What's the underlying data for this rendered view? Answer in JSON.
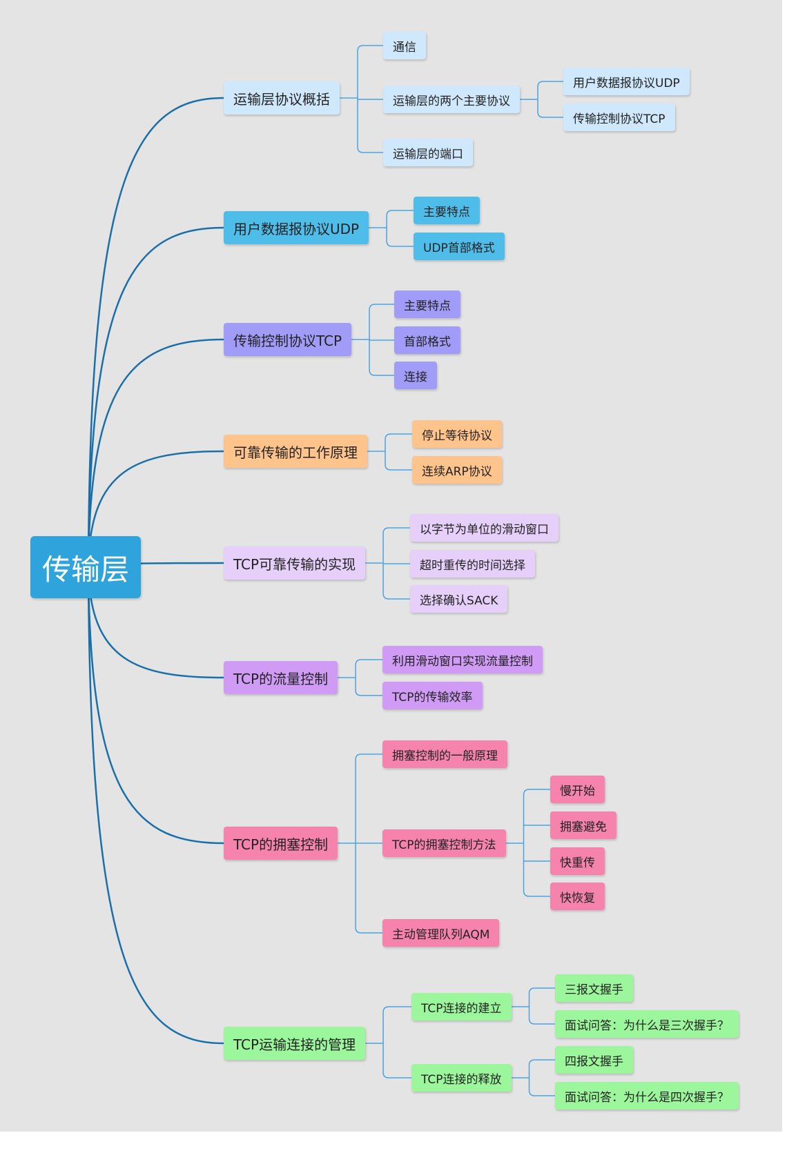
{
  "root": {
    "label": "传输层"
  },
  "colors": {
    "background": "#e4e4e4",
    "root": "#2fa3dc",
    "curve": "#1a6fa8",
    "overview": "#d0e8fb",
    "udp": "#4fbde9",
    "tcp": "#a09cf7",
    "reliable": "#ffc48c",
    "tcp_impl": "#e6d0fa",
    "flow": "#cf9bf5",
    "congestion": "#f583ab",
    "connection": "#9cf79c"
  },
  "branches": [
    {
      "label": "运输层协议概括",
      "color": "overview",
      "children": [
        {
          "label": "通信"
        },
        {
          "label": "运输层的两个主要协议",
          "children": [
            {
              "label": "用户数据报协议UDP"
            },
            {
              "label": "传输控制协议TCP"
            }
          ]
        },
        {
          "label": "运输层的端口"
        }
      ]
    },
    {
      "label": "用户数据报协议UDP",
      "color": "udp",
      "children": [
        {
          "label": "主要特点"
        },
        {
          "label": "UDP首部格式"
        }
      ]
    },
    {
      "label": "传输控制协议TCP",
      "color": "tcp",
      "children": [
        {
          "label": "主要特点"
        },
        {
          "label": "首部格式"
        },
        {
          "label": "连接"
        }
      ]
    },
    {
      "label": "可靠传输的工作原理",
      "color": "reliable",
      "children": [
        {
          "label": "停止等待协议"
        },
        {
          "label": "连续ARP协议"
        }
      ]
    },
    {
      "label": "TCP可靠传输的实现",
      "color": "tcp_impl",
      "children": [
        {
          "label": "以字节为单位的滑动窗口"
        },
        {
          "label": "超时重传的时间选择"
        },
        {
          "label": "选择确认SACK"
        }
      ]
    },
    {
      "label": "TCP的流量控制",
      "color": "flow",
      "children": [
        {
          "label": "利用滑动窗口实现流量控制"
        },
        {
          "label": "TCP的传输效率"
        }
      ]
    },
    {
      "label": "TCP的拥塞控制",
      "color": "congestion",
      "children": [
        {
          "label": "拥塞控制的一般原理"
        },
        {
          "label": "TCP的拥塞控制方法",
          "children": [
            {
              "label": "慢开始"
            },
            {
              "label": "拥塞避免"
            },
            {
              "label": "快重传"
            },
            {
              "label": "快恢复"
            }
          ]
        },
        {
          "label": "主动管理队列AQM"
        }
      ]
    },
    {
      "label": "TCP运输连接的管理",
      "color": "connection",
      "children": [
        {
          "label": "TCP连接的建立",
          "children": [
            {
              "label": "三报文握手"
            },
            {
              "label": "面试问答：为什么是三次握手？"
            }
          ]
        },
        {
          "label": "TCP连接的释放",
          "children": [
            {
              "label": "四报文握手"
            },
            {
              "label": "面试问答：为什么是四次握手？"
            }
          ]
        }
      ]
    }
  ]
}
